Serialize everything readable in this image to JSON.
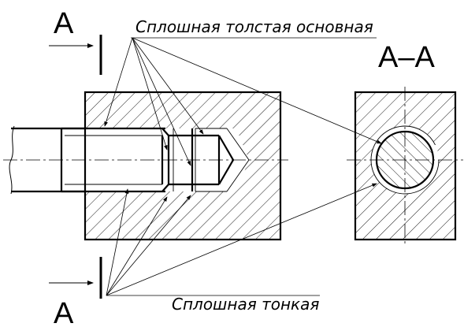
{
  "section_mark_top": "A",
  "section_mark_bottom": "A",
  "section_title": "А–А",
  "label_thick": "Сплошная толстая основная",
  "label_thin": "Сплошная тонкая"
}
